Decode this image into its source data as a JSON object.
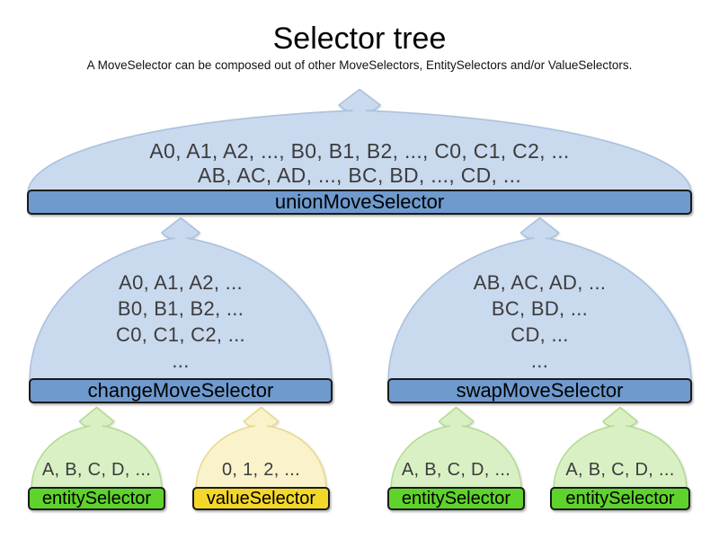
{
  "header": {
    "title": "Selector tree",
    "subtitle": "A MoveSelector can be composed out of other MoveSelectors, EntitySelectors and/or ValueSelectors."
  },
  "funnels": {
    "union": {
      "lines": [
        "A0, A1, A2, ..., B0, B1, B2, ..., C0, C1, C2, ...",
        "AB, AC, AD, ..., BC, BD, ..., CD, ..."
      ],
      "bar_label": "unionMoveSelector",
      "scheme": "blue"
    },
    "change": {
      "lines": [
        "A0, A1, A2, ...",
        "B0, B1, B2, ...",
        "C0, C1, C2, ...",
        "..."
      ],
      "bar_label": "changeMoveSelector",
      "scheme": "blue"
    },
    "swap": {
      "lines": [
        "AB, AC, AD, ...",
        "BC, BD, ...",
        "CD, ...",
        "..."
      ],
      "bar_label": "swapMoveSelector",
      "scheme": "blue"
    },
    "entity_left": {
      "lines": [
        "A, B, C, D, ..."
      ],
      "bar_label": "entitySelector",
      "scheme": "green"
    },
    "value": {
      "lines": [
        "0, 1, 2, ..."
      ],
      "bar_label": "valueSelector",
      "scheme": "yellow"
    },
    "entity_mid": {
      "lines": [
        "A, B, C, D, ..."
      ],
      "bar_label": "entitySelector",
      "scheme": "green"
    },
    "entity_right": {
      "lines": [
        "A, B, C, D, ..."
      ],
      "bar_label": "entitySelector",
      "scheme": "green"
    }
  },
  "colors": {
    "blue": {
      "funnel_fill": "#c9d9ee",
      "funnel_stroke": "#a9c0dd",
      "bar_fill": "#6e9ace",
      "bar_stroke": "#1a1a1a"
    },
    "green": {
      "funnel_fill": "#d9f0c5",
      "funnel_stroke": "#b3da90",
      "bar_fill": "#5ed32b",
      "bar_stroke": "#1a1a1a"
    },
    "yellow": {
      "funnel_fill": "#faf2cb",
      "funnel_stroke": "#e7d98b",
      "bar_fill": "#f4d829",
      "bar_stroke": "#1a1a1a"
    },
    "dome_text": "#3c3c3c",
    "bar_text": "#000000",
    "background": "#ffffff"
  }
}
